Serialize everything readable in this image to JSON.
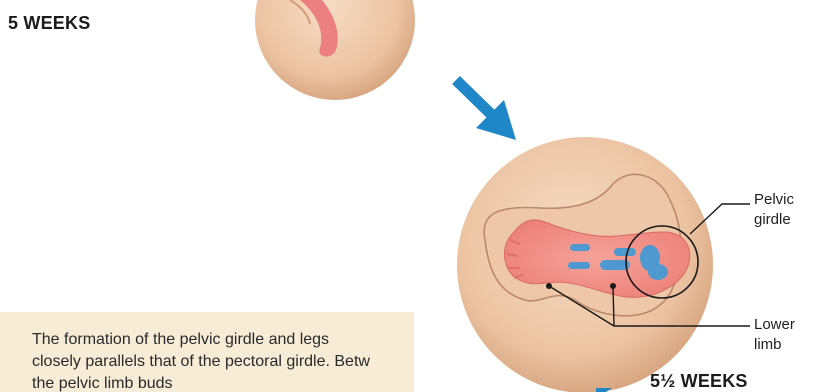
{
  "stages": [
    {
      "label": "5 WEEKS"
    },
    {
      "label": "5½ WEEKS"
    }
  ],
  "callouts": {
    "pelvic_girdle": "Pelvic girdle",
    "lower_limb": "Lower limb"
  },
  "caption": "The formation of the pelvic girdle and legs closely parallels that of the pectoral girdle. Betw the pelvic limb buds",
  "colors": {
    "arrow": "#1f86c8",
    "tissue": "#efc8a8",
    "limb": "#f08c84",
    "cartilage": "#4e9ad0",
    "text_box": "#f8ecd6"
  }
}
